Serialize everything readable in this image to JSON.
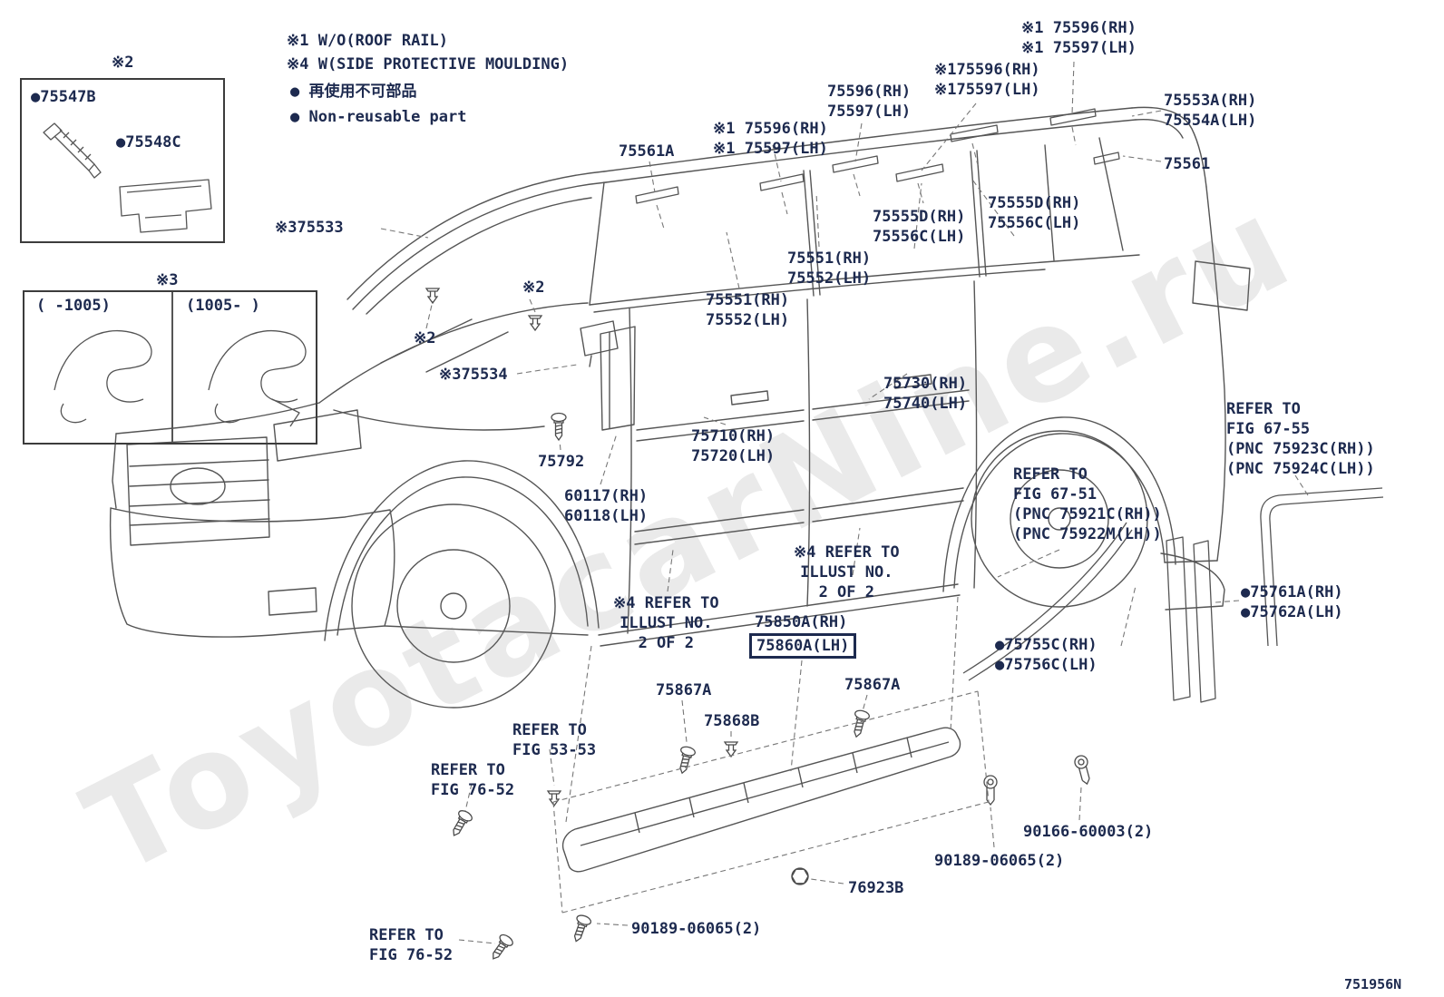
{
  "page": {
    "drawing_number": "751956N",
    "watermark": "ToyotacarNine.ru",
    "bullet_glyph": "●"
  },
  "legend": {
    "note1": "※1 W/O(ROOF RAIL)",
    "note2": "※4 W(SIDE PROTECTIVE MOULDING)",
    "bullet_jp": "再使用不可部品",
    "bullet_en": "Non-reusable part"
  },
  "inset_clip_box": {
    "tag": "※2",
    "part_a": "●75547B",
    "part_b": "●75548C"
  },
  "inset_visor_box": {
    "tag": "※3",
    "col_left": "(    -1005)",
    "col_right": "(1005-    )"
  },
  "callouts": {
    "c75533": "※375533",
    "c75534": "※375534",
    "c75561A": "75561A",
    "c75596_a": "※1 75596(RH)\n※1 75597(LH)",
    "c75596_b": "75596(RH)\n75597(LH)",
    "c75596_c": "※175596(RH)\n※175597(LH)",
    "c75596_d": "※1 75596(RH)\n※1 75597(LH)",
    "c75553A": "75553A(RH)\n75554A(LH)",
    "c75561": "75561",
    "c75555D_a": "75555D(RH)\n75556C(LH)",
    "c75555D_b": "75555D(RH)\n75556C(LH)",
    "c75551_a": "75551(RH)\n75552(LH)",
    "c75551_b": "75551(RH)\n75552(LH)",
    "tag2_a": "※2",
    "tag2_b": "※2",
    "c75792": "75792",
    "c60117": "60117(RH)\n60118(LH)",
    "c75710": "75710(RH)\n75720(LH)",
    "c75730": "75730(RH)\n75740(LH)",
    "refer_67_55": "REFER TO\nFIG 67-55\n(PNC 75923C(RH))\n(PNC 75924C(LH))",
    "refer_67_51": "REFER TO\nFIG 67-51\n(PNC 75921C(RH))\n(PNC 75922M(LH))",
    "illust_a": "※4 REFER TO\nILLUST NO.\n2 OF 2",
    "illust_b": "※4 REFER TO\nILLUST NO.\n2 OF 2",
    "c75850A": "75850A(RH)",
    "c75860A": "75860A(LH)",
    "c75867A_a": "75867A",
    "c75867A_b": "75867A",
    "c75868B": "75868B",
    "c75761A": "●75761A(RH)\n●75762A(LH)",
    "c75755C": "●75755C(RH)\n●75756C(LH)",
    "refer_53_53": "REFER TO\nFIG 53-53",
    "refer_76_52_a": "REFER TO\nFIG 76-52",
    "refer_76_52_b": "REFER TO\nFIG 76-52",
    "c90166": "90166-60003(2)",
    "c90189_a": "90189-06065(2)",
    "c90189_b": "90189-06065(2)",
    "c76923B": "76923B"
  }
}
